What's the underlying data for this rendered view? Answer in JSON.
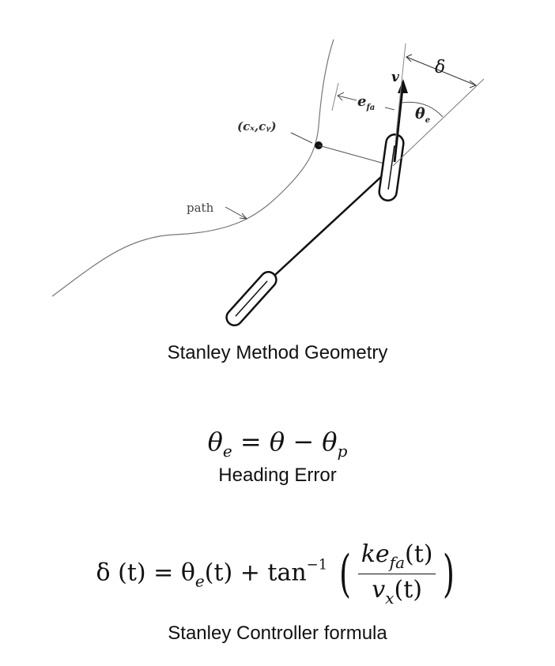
{
  "diagram": {
    "point_label": "(cₓ,cᵧ)",
    "path_label": "path",
    "velocity_label": "v",
    "delta_label": "δ",
    "efa_label": "e",
    "efa_sub": "fa",
    "theta_e_label": "θ",
    "theta_e_sub": "e"
  },
  "captions": {
    "geometry": "Stanley Method Geometry",
    "heading_error": "Heading Error",
    "controller": "Stanley Controller formula"
  },
  "formulas": {
    "heading_error": {
      "lhs": "θ",
      "lhs_sub": "e",
      "rhs1": " = θ − θ",
      "rhs_sub": "p"
    },
    "controller": {
      "lhs": "δ (t) = θ",
      "lhs_sub": "e",
      "mid": "(t) + tan",
      "mid_sup": "−1",
      "numerator": "ke",
      "numerator_sub": "fa",
      "numerator_tail": "(t)",
      "denominator": "v",
      "denominator_sub": "x",
      "denominator_tail": "(t)"
    }
  }
}
